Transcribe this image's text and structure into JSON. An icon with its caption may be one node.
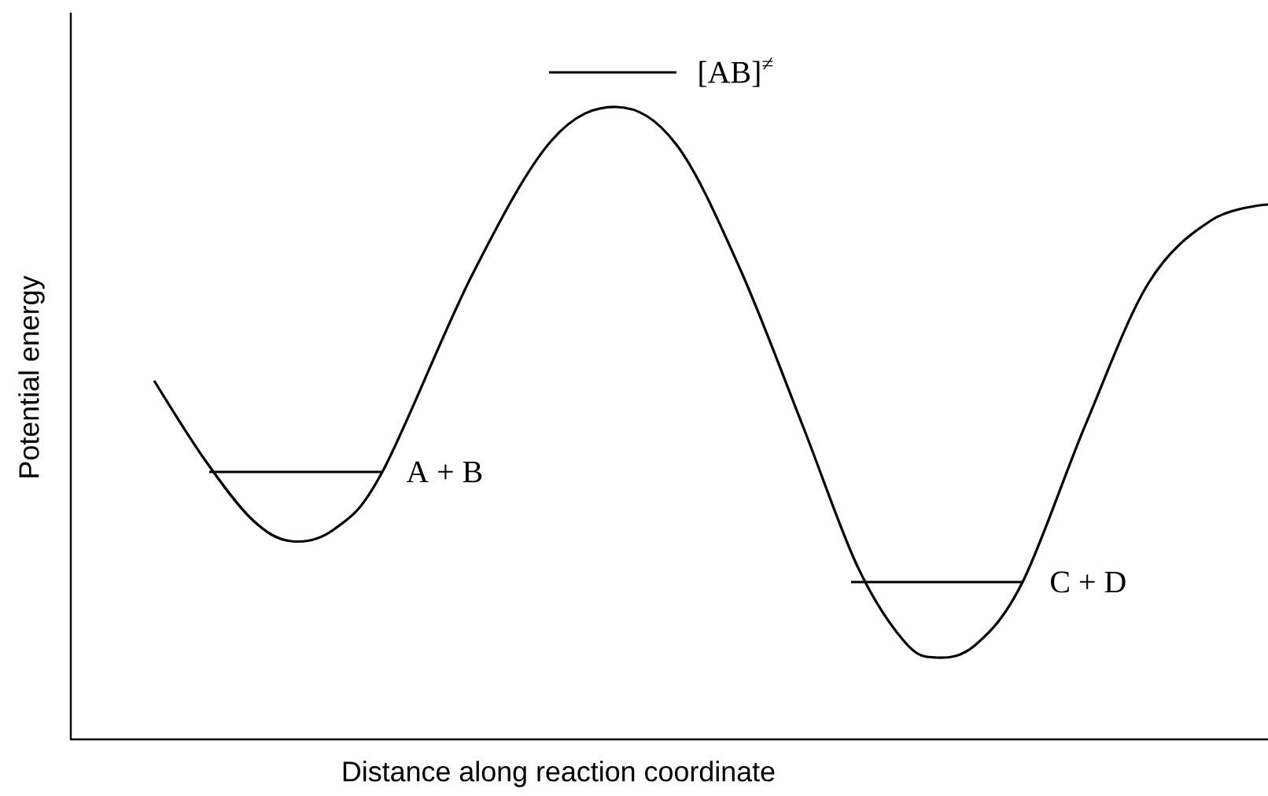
{
  "diagram": {
    "labels": [
      "[AB]$^{≠}$",
      "A + B",
      "C + D",
      "Potential energy",
      "Distance along reaction coordinate"
    ]
  }
}
